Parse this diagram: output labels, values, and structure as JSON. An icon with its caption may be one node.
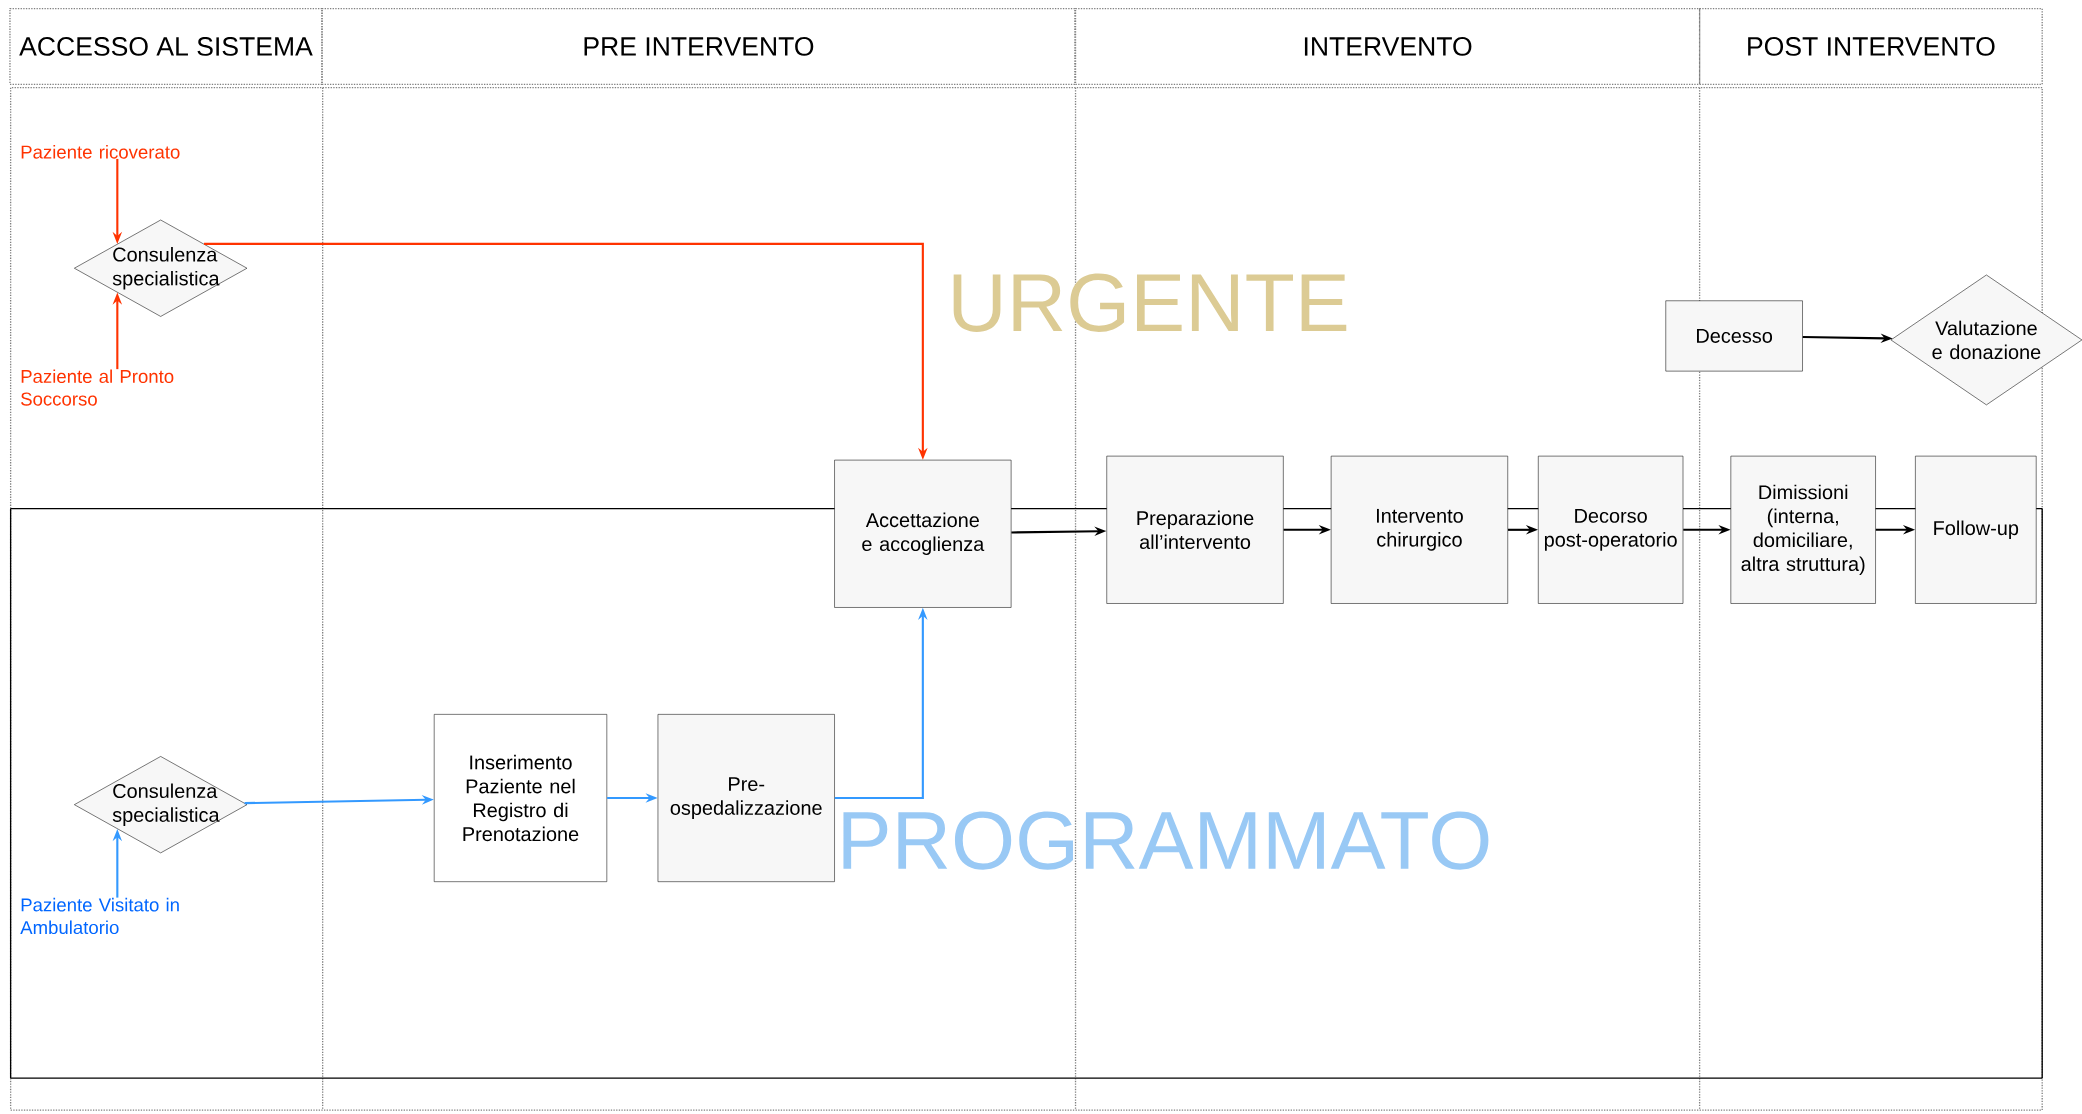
{
  "diagram": {
    "nodes": [
      {
        "text": [
          "ACCESSO AL SISTEMA"
        ]
      },
      {
        "text": [
          "PRE  INTERVENTO"
        ]
      },
      {
        "text": [
          "INTERVENTO"
        ]
      },
      {
        "text": [
          "POST INTERVENTO"
        ]
      },
      {
        "text": [
          "Paziente ricoverato"
        ]
      },
      {
        "text": [
          "Consulenza specialistica"
        ]
      },
      {
        "text": [
          "Paziente al Pronto Soccorso"
        ]
      },
      {
        "text": [
          "Decesso"
        ]
      },
      {
        "text": [
          "Valutazione e donazione"
        ]
      },
      {
        "text": [
          "Accettazione e accoglienza"
        ]
      },
      {
        "text": [
          "Preparazione all’intervento"
        ]
      },
      {
        "text": [
          "Intervento chirurgico"
        ]
      },
      {
        "text": [
          "Decorso post-operatorio"
        ]
      },
      {
        "text": [
          "Dimissioni (interna, domiciliare, altra struttura)"
        ]
      },
      {
        "text": [
          "Follow-up"
        ]
      },
      {
        "text": [
          "Consulenza specialistica"
        ]
      },
      {
        "text": [
          "Inserimento Paziente nel Registro di Prenotazione"
        ]
      },
      {
        "text": [
          "Pre-ospedalizzazione"
        ]
      },
      {
        "text": [
          "Paziente Visitato in Ambulatorio"
        ]
      }
    ],
    "edges": [
      {
        "from": 4,
        "to": 5,
        "arrow": "to",
        "color": "#ff3300"
      },
      {
        "from": 6,
        "to": 5,
        "arrow": "to",
        "color": "#ff3300"
      },
      {
        "from": 5,
        "to": 9,
        "arrow": "to",
        "color": "#ff3300"
      },
      {
        "from": 7,
        "to": 8,
        "arrow": "to"
      },
      {
        "from": 9,
        "to": 10,
        "arrow": "to"
      },
      {
        "from": 10,
        "to": 11,
        "arrow": "to"
      },
      {
        "from": 11,
        "to": 12,
        "arrow": "to"
      },
      {
        "from": 12,
        "to": 13,
        "arrow": "to"
      },
      {
        "from": 13,
        "to": 14,
        "arrow": "to"
      },
      {
        "from": 15,
        "to": 16,
        "arrow": "to",
        "color": "#3399ff"
      },
      {
        "from": 16,
        "to": 17,
        "arrow": "to",
        "color": "#3399ff"
      },
      {
        "from": 17,
        "to": 9,
        "arrow": "to",
        "color": "#3399ff"
      },
      {
        "from": 18,
        "to": 15,
        "arrow": "to",
        "color": "#3399ff"
      }
    ],
    "labels": [
      "URGENTE",
      "PROGRAMMATO"
    ]
  }
}
